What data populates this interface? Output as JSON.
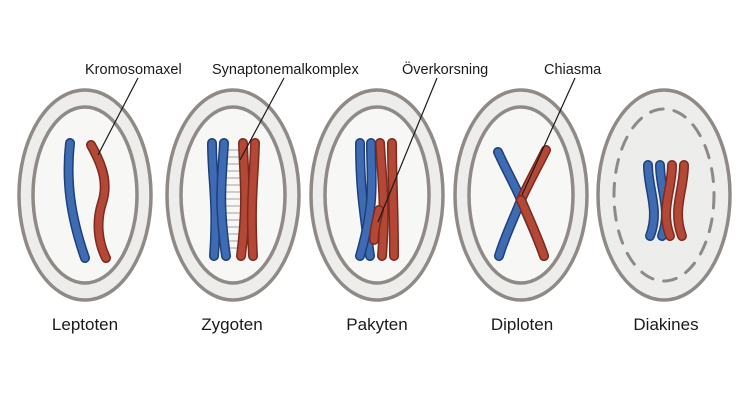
{
  "callouts": {
    "chromosome_axis": "Kromosomaxel",
    "synaptonemal_complex": "Synaptonemalkomplex",
    "crossing_over": "Överkorsning",
    "chiasma": "Chiasma"
  },
  "stages": [
    {
      "label": "Leptoten"
    },
    {
      "label": "Zygoten"
    },
    {
      "label": "Pakyten"
    },
    {
      "label": "Diploten"
    },
    {
      "label": "Diakines"
    }
  ],
  "colors": {
    "homolog_maternal": "#3f6bb3",
    "homolog_paternal": "#b34836",
    "nuclear_envelope": "#8f8a86",
    "cell_fill": "#ededeb"
  }
}
